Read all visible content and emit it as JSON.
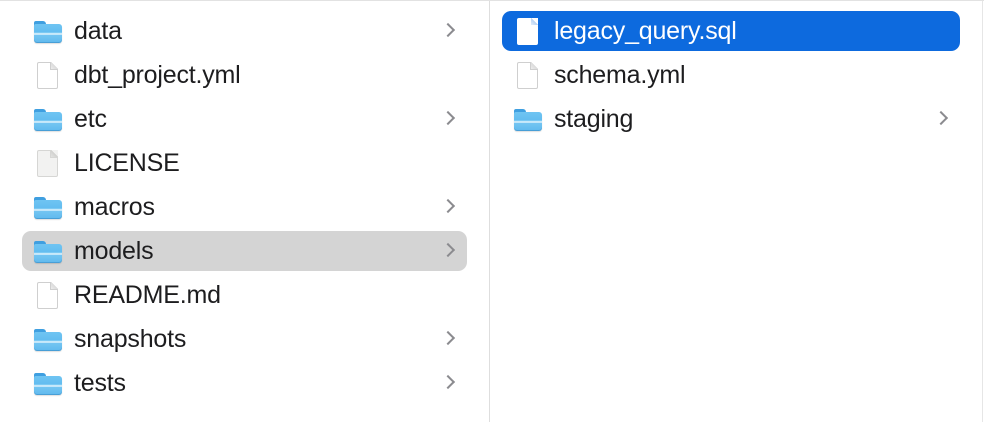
{
  "window": {
    "view_mode": "column",
    "background_color": "#ffffff",
    "divider_color": "#dedede"
  },
  "selection": {
    "active_color": "#0d6ade",
    "inactive_color": "#d4d4d4",
    "active_item": "legacy_query.sql",
    "inactive_item": "models"
  },
  "columns": [
    {
      "name": "parent-column",
      "items": [
        {
          "label": "data",
          "kind": "folder",
          "icon": "folder-icon",
          "has_chevron": true,
          "state": "normal"
        },
        {
          "label": "dbt_project.yml",
          "kind": "file",
          "icon": "document-icon",
          "has_chevron": false,
          "state": "normal"
        },
        {
          "label": "etc",
          "kind": "folder",
          "icon": "folder-icon",
          "has_chevron": true,
          "state": "normal"
        },
        {
          "label": "LICENSE",
          "kind": "file-generic",
          "icon": "generic-document-icon",
          "has_chevron": false,
          "state": "normal"
        },
        {
          "label": "macros",
          "kind": "folder",
          "icon": "folder-icon",
          "has_chevron": true,
          "state": "normal"
        },
        {
          "label": "models",
          "kind": "folder",
          "icon": "folder-icon",
          "has_chevron": true,
          "state": "selected-inactive"
        },
        {
          "label": "README.md",
          "kind": "file",
          "icon": "document-icon",
          "has_chevron": false,
          "state": "normal"
        },
        {
          "label": "snapshots",
          "kind": "folder",
          "icon": "folder-icon",
          "has_chevron": true,
          "state": "normal"
        },
        {
          "label": "tests",
          "kind": "folder",
          "icon": "folder-icon",
          "has_chevron": true,
          "state": "normal"
        }
      ]
    },
    {
      "name": "models-column",
      "items": [
        {
          "label": "legacy_query.sql",
          "kind": "file",
          "icon": "document-icon",
          "has_chevron": false,
          "state": "selected-active"
        },
        {
          "label": "schema.yml",
          "kind": "file",
          "icon": "document-icon",
          "has_chevron": false,
          "state": "normal"
        },
        {
          "label": "staging",
          "kind": "folder",
          "icon": "folder-icon",
          "has_chevron": true,
          "state": "normal"
        }
      ]
    }
  ]
}
